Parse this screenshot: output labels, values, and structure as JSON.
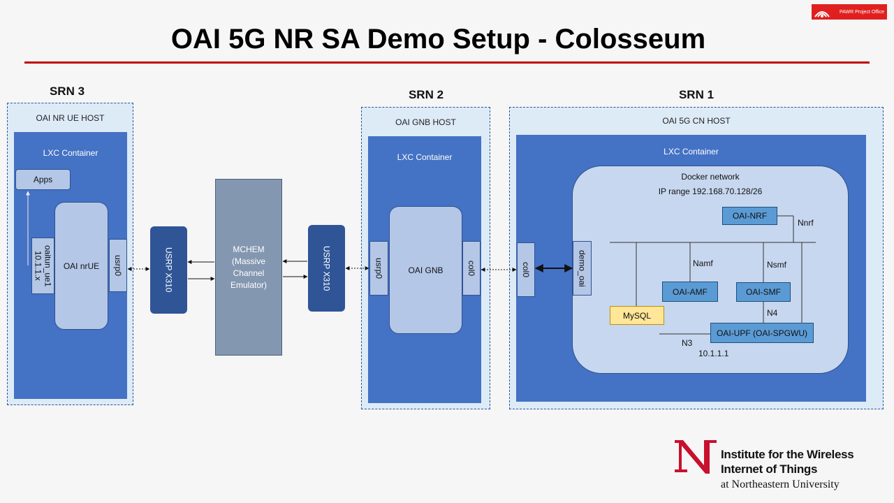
{
  "title": "OAI 5G NR SA Demo Setup - Colosseum",
  "logo_text": "PAWR Project Office",
  "srn3": {
    "label": "SRN 3",
    "host": "OAI NR UE HOST",
    "lxc": "LXC Container",
    "apps": "Apps",
    "iface_name": "oaitun_ue1",
    "iface_ip": "10.1.1.x",
    "nrue": "OAI nrUE",
    "usrp_port": "usrp0"
  },
  "usrp_left": "USRP X310",
  "mchem": "MCHEM (Massive Channel Emulator)",
  "usrp_right": "USRP X310",
  "srn2": {
    "label": "SRN 2",
    "host": "OAI GNB HOST",
    "lxc": "LXC Container",
    "usrp_port": "usrp0",
    "gnb": "OAI GNB",
    "col_port": "col0"
  },
  "srn1": {
    "label": "SRN 1",
    "host": "OAI 5G CN HOST",
    "lxc": "LXC Container",
    "col_port": "col0",
    "docker_title": "Docker network",
    "docker_range": "IP range 192.168.70.128/26",
    "demo_port": "demo_oai",
    "nrf": "OAI-NRF",
    "nnrf": "Nnrf",
    "namf": "Namf",
    "nsmf": "Nsmf",
    "amf": "OAI-AMF",
    "smf": "OAI-SMF",
    "mysql": "MySQL",
    "n4": "N4",
    "upf": "OAI-UPF (OAI-SPGWU)",
    "n3": "N3",
    "upf_ip": "10.1.1.1"
  },
  "institute": {
    "line1": "Institute for the Wireless",
    "line2": "Internet of Things",
    "line3": "at Northeastern University"
  },
  "colors": {
    "accent": "#c00000",
    "lxc": "#4472c4",
    "host": "#ddebf7",
    "usrp": "#2f5597",
    "mchem": "#8497b0",
    "mysql": "#ffe699"
  }
}
